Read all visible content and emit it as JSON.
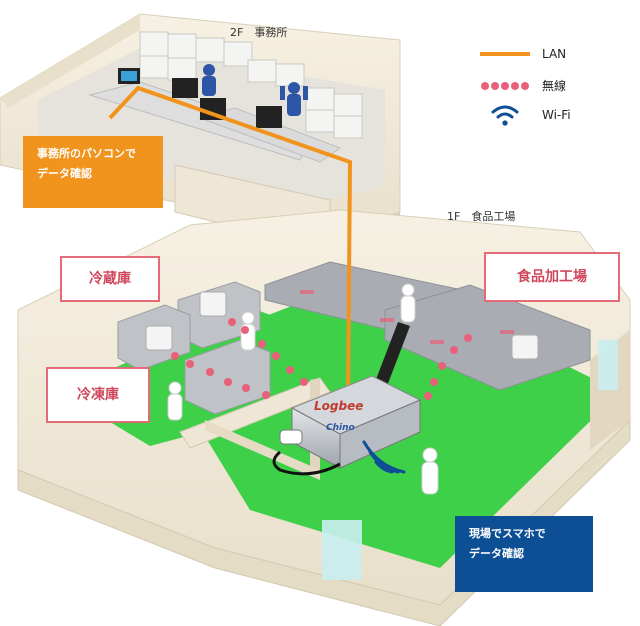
{
  "floors": {
    "upper": "2F　事務所",
    "lower": "1F　食品工場"
  },
  "rooms": {
    "cold_storage": "冷蔵庫",
    "freezer": "冷凍庫",
    "food_processing": "食品加工場"
  },
  "callouts": {
    "office": [
      "事務所のパソコンで",
      "データ確認"
    ],
    "field": [
      "現場でスマホで",
      "データ確認"
    ]
  },
  "legend": [
    {
      "label": "LAN",
      "icon": "lan-line-icon",
      "color": "#f0941e"
    },
    {
      "label": "無線",
      "icon": "wireless-dots-icon",
      "color": "#e8607a"
    },
    {
      "label": "Wi-Fi",
      "icon": "wifi-icon",
      "color": "#0d4f94"
    }
  ],
  "device": {
    "brand": "Logbee",
    "sub_brand": "Chino"
  },
  "colors": {
    "floor_green": "#3fd04a",
    "wall": "#f3ede0",
    "lan": "#f0941e",
    "wireless": "#e8607a",
    "wifi": "#0d4f94"
  }
}
